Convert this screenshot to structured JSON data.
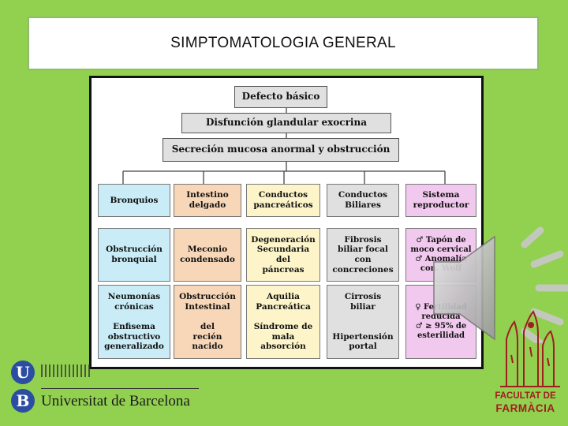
{
  "slide": {
    "title": "SIMPTOMATOLOGIA GENERAL"
  },
  "diagram": {
    "top": [
      "Defecto básico",
      "Disfunción glandular exocrina",
      "Secreción mucosa anormal y obstrucción"
    ],
    "columns": [
      {
        "header": "Bronquios",
        "row2": "Obstrucción\nbronquial",
        "row3": "Neumonías\ncrónicas\n\nEnfisema\nobstructivo\ngeneralizado"
      },
      {
        "header": "Intestino\ndelgado",
        "row2": "Meconio\ncondensado",
        "row3": "Obstrucción\nIntestinal\n\ndel\nrecién\nnacido"
      },
      {
        "header": "Conductos\npancreáticos",
        "row2": "Degeneración\nSecundaria\ndel\npáncreas",
        "row3": "Aquilia\nPancreática\n\nSíndrome de\nmala\nabsorción"
      },
      {
        "header": "Conductos\nBiliares",
        "row2": "Fibrosis\nbiliar focal\ncon\nconcreciones",
        "row3": "Cirrosis\nbiliar\n\n\nHipertensión\nportal"
      },
      {
        "header": "Sistema\nreproductor",
        "row2": "♂ Tapón de\nmoco cervical\n♂ Anomalía\ncon. Wolf",
        "row3": "♀ Fertilidad\nreducida\n♂ ≥ 95% de\nesterilidad"
      }
    ]
  },
  "logos": {
    "ub_letter_1": "U",
    "ub_letter_2": "B",
    "university": "Universitat de Barcelona",
    "faculty_line1": "FACULTAT DE",
    "faculty_line2": "FARMÀCIA"
  },
  "icons": [
    "speaker-icon"
  ]
}
